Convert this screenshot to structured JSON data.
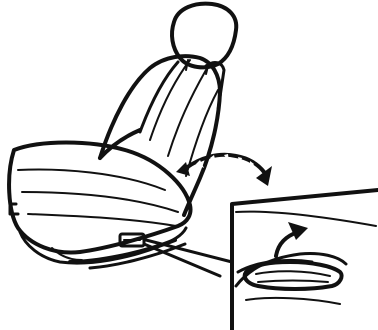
{
  "illustration": {
    "subject": "seat-back-recline-adjustment",
    "inset": "recline-lever-detail",
    "arrows": [
      "recline-direction-arrow",
      "lever-lift-arrow"
    ],
    "colors": {
      "ink": "#111111",
      "paper": "#ffffff"
    }
  }
}
